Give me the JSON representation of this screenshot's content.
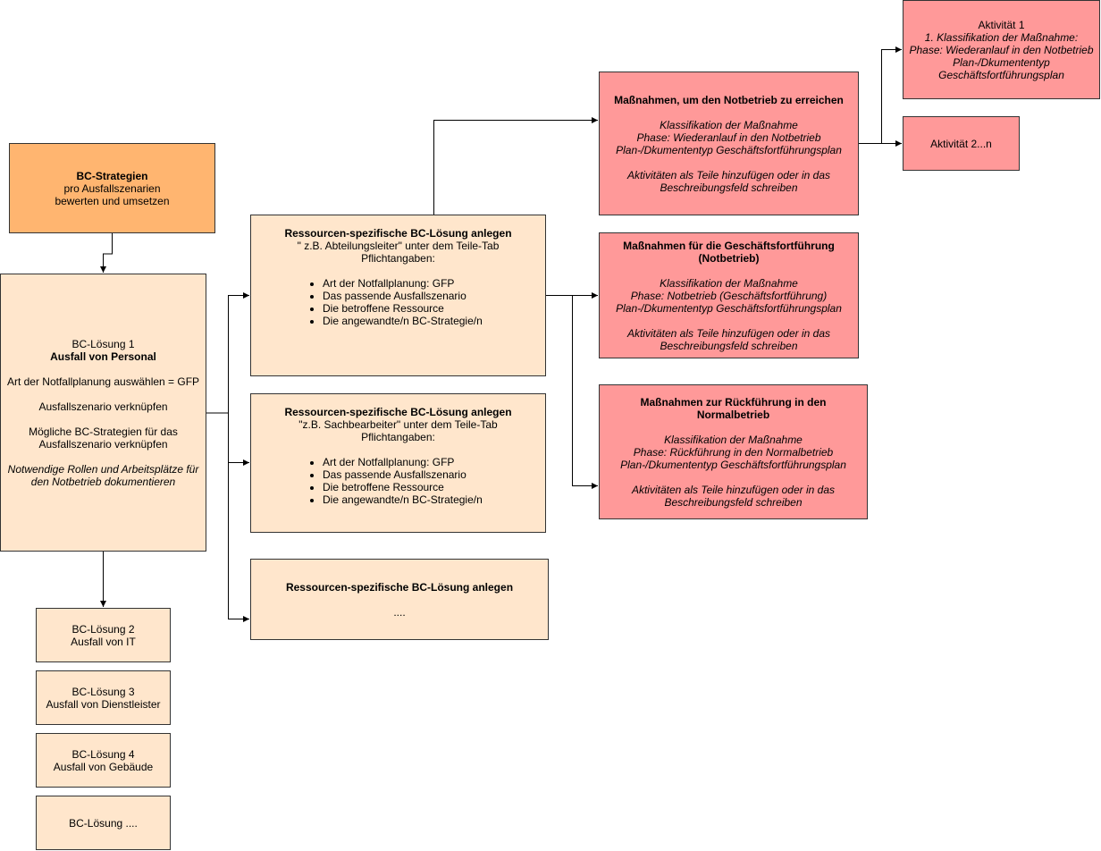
{
  "strategies": {
    "title": "BC-Strategien",
    "line1": "pro Ausfallszenarien",
    "line2": "bewerten und umsetzen"
  },
  "solution1": {
    "line1": "BC-Lösung 1",
    "line2": "Ausfall von Personal",
    "line3": "Art der Notfallplanung auswählen = GFP",
    "line4": "Ausfallszenario verknüpfen",
    "line5a": "Mögliche BC-Strategien für das",
    "line5b": "Ausfallszenario verknüpfen",
    "line6a": "Notwendige Rollen und Arbeitsplätze für",
    "line6b": "den Notbetrieb dokumentieren"
  },
  "other_solutions": [
    {
      "line1": "BC-Lösung 2",
      "line2": "Ausfall von IT"
    },
    {
      "line1": "BC-Lösung 3",
      "line2": "Ausfall von Dienstleister"
    },
    {
      "line1": "BC-Lösung 4",
      "line2": "Ausfall von Gebäude"
    },
    {
      "line1": "BC-Lösung ...."
    }
  ],
  "resource_solutions": [
    {
      "title": "Ressourcen-spezifische BC-Lösung anlegen",
      "line1": "\" z.B. Abteilungsleiter\" unter dem Teile-Tab",
      "line2": "Pflichtangaben:",
      "bullets": [
        "Art der Notfallplanung: GFP",
        "Das passende Ausfallszenario",
        "Die betroffene Ressource",
        "Die angewandte/n BC-Strategie/n"
      ]
    },
    {
      "title": "Ressourcen-spezifische BC-Lösung anlegen",
      "line1": "\"z.B. Sachbearbeiter\" unter dem Teile-Tab",
      "line2": "Pflichtangaben:",
      "bullets": [
        "Art der Notfallplanung: GFP",
        "Das passende Ausfallszenario",
        "Die betroffene Ressource",
        "Die angewandte/n BC-Strategie/n"
      ]
    },
    {
      "title": "Ressourcen-spezifische BC-Lösung anlegen",
      "line1": "...."
    }
  ],
  "measures": [
    {
      "title": "Maßnahmen, um den Notbetrieb zu erreichen",
      "line1": "Klassifikation der Maßnahme",
      "line2": "Phase: Wiederanlauf in den Notbetrieb",
      "line3": "Plan-/Dkumententyp Geschäftsfortführungsplan",
      "line4": "Aktivitäten als Teile hinzufügen oder in das",
      "line5": "Beschreibungsfeld schreiben"
    },
    {
      "title1": "Maßnahmen für die Geschäftsfortführung",
      "title2": "(Notbetrieb)",
      "line1": "Klassifikation der Maßnahme",
      "line2": "Phase: Notbetrieb (Geschäftsfortführung)",
      "line3": "Plan-/Dkumententyp Geschäftsfortführungsplan",
      "line4": "Aktivitäten als Teile hinzufügen oder in das",
      "line5": "Beschreibungsfeld schreiben"
    },
    {
      "title": "Maßnahmen zur Rückführung in den Normalbetrieb",
      "line1": "Klassifikation der Maßnahme",
      "line2": "Phase: Rückführung in den Normalbetrieb",
      "line3": "Plan-/Dkumententyp Geschäftsfortführungsplan",
      "line4": "Aktivitäten als Teile hinzufügen oder in das",
      "line5": "Beschreibungsfeld schreiben"
    }
  ],
  "activities": [
    {
      "title": "Aktivität 1",
      "line1": "1. Klassifikation der Maßnahme:",
      "line2": "Phase: Wiederanlauf in den Notbetrieb",
      "line3": "Plan-/Dkumententyp",
      "line4": "Geschäftsfortführungsplan"
    },
    {
      "title": "Aktivität 2...n"
    }
  ],
  "colors": {
    "strategy_fill": "#ffb570",
    "solution_fill": "#ffe6cc",
    "measure_fill": "#ff9999",
    "border": "#333333"
  }
}
